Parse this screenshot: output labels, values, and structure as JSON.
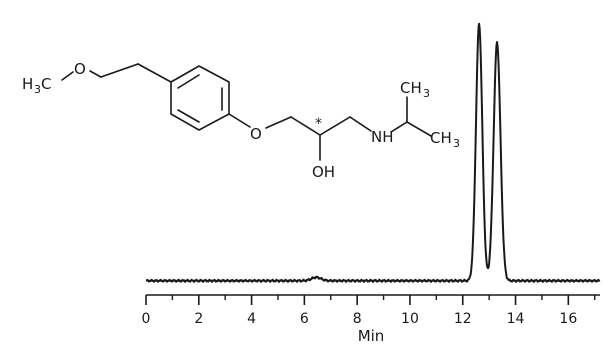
{
  "chart_data": {
    "type": "line",
    "xlabel": "Min",
    "ylabel": "",
    "xlim": [
      0,
      17.2
    ],
    "ylim": [
      0,
      100
    ],
    "xticks": [
      0,
      2,
      4,
      6,
      8,
      10,
      12,
      14,
      16
    ],
    "xtick_labels": [
      "0",
      "2",
      "4",
      "6",
      "8",
      "10",
      "12",
      "14",
      "16"
    ],
    "minor_tick_step": 1,
    "baseline": 2,
    "peaks": [
      {
        "x": 6.45,
        "height": 1.3,
        "width": 0.18
      },
      {
        "x": 12.62,
        "height": 98,
        "width": 0.12
      },
      {
        "x": 13.3,
        "height": 91,
        "width": 0.13
      }
    ],
    "series": [
      {
        "values": []
      }
    ],
    "annotations": {
      "chiral_marker": "*",
      "atom_labels": [
        "H",
        "3",
        "C",
        "O",
        "O",
        "OH",
        "NH",
        "CH",
        "3",
        "CH",
        "3"
      ]
    },
    "grid": false,
    "line_color": "#1a1a1a"
  }
}
